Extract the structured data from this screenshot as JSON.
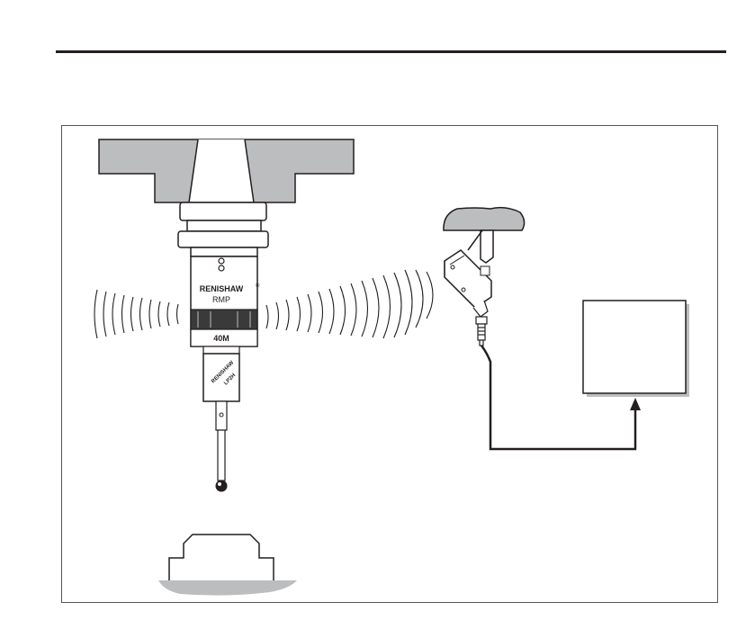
{
  "colors": {
    "ink": "#231f20",
    "machine_gray": "#bcbdbf",
    "ring_dark": "#3a3a3a",
    "frame": "#555555"
  },
  "labels": {
    "brand": "RENISHAW",
    "rmp_model": "RMP",
    "rmp_variant": "40M",
    "probe_brand": "RENISHAW",
    "probe_model": "LP2H"
  },
  "icons": {
    "registered_mark": "®"
  }
}
